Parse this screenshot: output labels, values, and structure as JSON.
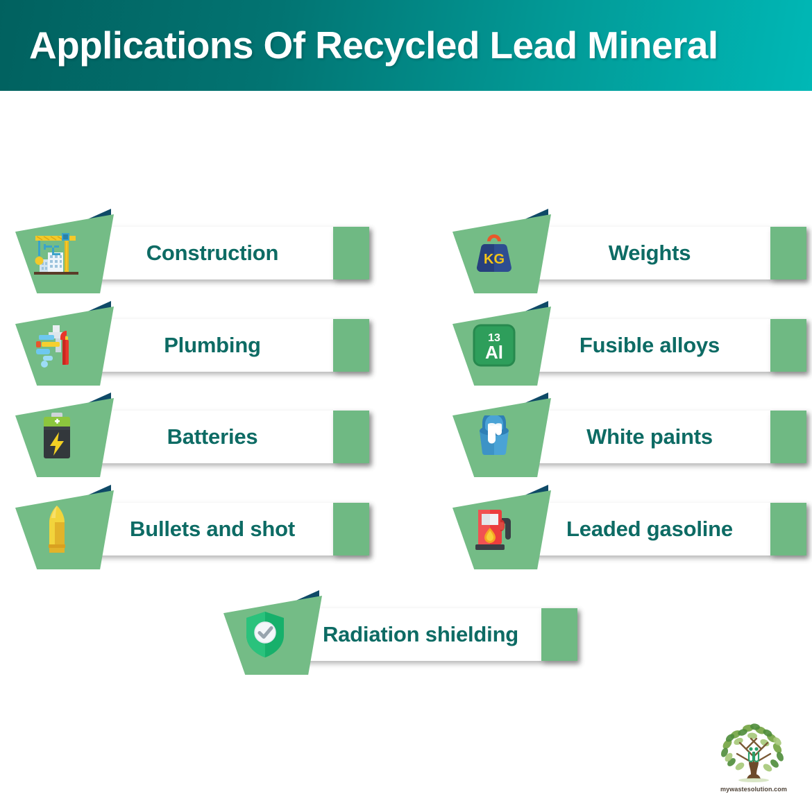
{
  "header": {
    "title": "Applications Of Recycled Lead Mineral",
    "gradient_from": "#01615f",
    "gradient_to": "#00b8b6",
    "title_color": "#ffffff"
  },
  "theme": {
    "banner_green": "#74bc86",
    "cap_green": "#6fb983",
    "fold_navy": "#0f4a67",
    "label_teal": "#0d6b64",
    "bar_white": "#ffffff"
  },
  "cards": [
    {
      "id": "construction",
      "label": "Construction",
      "icon": "construction-crane-icon",
      "column": "left",
      "row": 1
    },
    {
      "id": "weights",
      "label": "Weights",
      "icon": "kg-weight-icon",
      "column": "right",
      "row": 1
    },
    {
      "id": "plumbing",
      "label": "Plumbing",
      "icon": "plumbing-wrench-icon",
      "column": "left",
      "row": 2
    },
    {
      "id": "fusible-alloys",
      "label": "Fusible alloys",
      "icon": "aluminium-element-icon",
      "column": "right",
      "row": 2
    },
    {
      "id": "batteries",
      "label": "Batteries",
      "icon": "battery-icon",
      "column": "left",
      "row": 3
    },
    {
      "id": "white-paints",
      "label": "White paints",
      "icon": "paint-bucket-icon",
      "column": "right",
      "row": 3
    },
    {
      "id": "bullets-and-shot",
      "label": "Bullets and shot",
      "icon": "bullet-icon",
      "column": "left",
      "row": 4
    },
    {
      "id": "leaded-gasoline",
      "label": "Leaded gasoline",
      "icon": "fuel-pump-icon",
      "column": "right",
      "row": 4
    },
    {
      "id": "radiation-shielding",
      "label": "Radiation shielding",
      "icon": "shield-check-icon",
      "column": "center",
      "row": 5
    }
  ],
  "icon_labels": {
    "aluminium_number": "13",
    "aluminium_symbol": "Al",
    "weight_text": "KG",
    "battery_plus": "+"
  },
  "logo": {
    "caption": "mywastesolution.com",
    "alt": "tree-logo"
  }
}
